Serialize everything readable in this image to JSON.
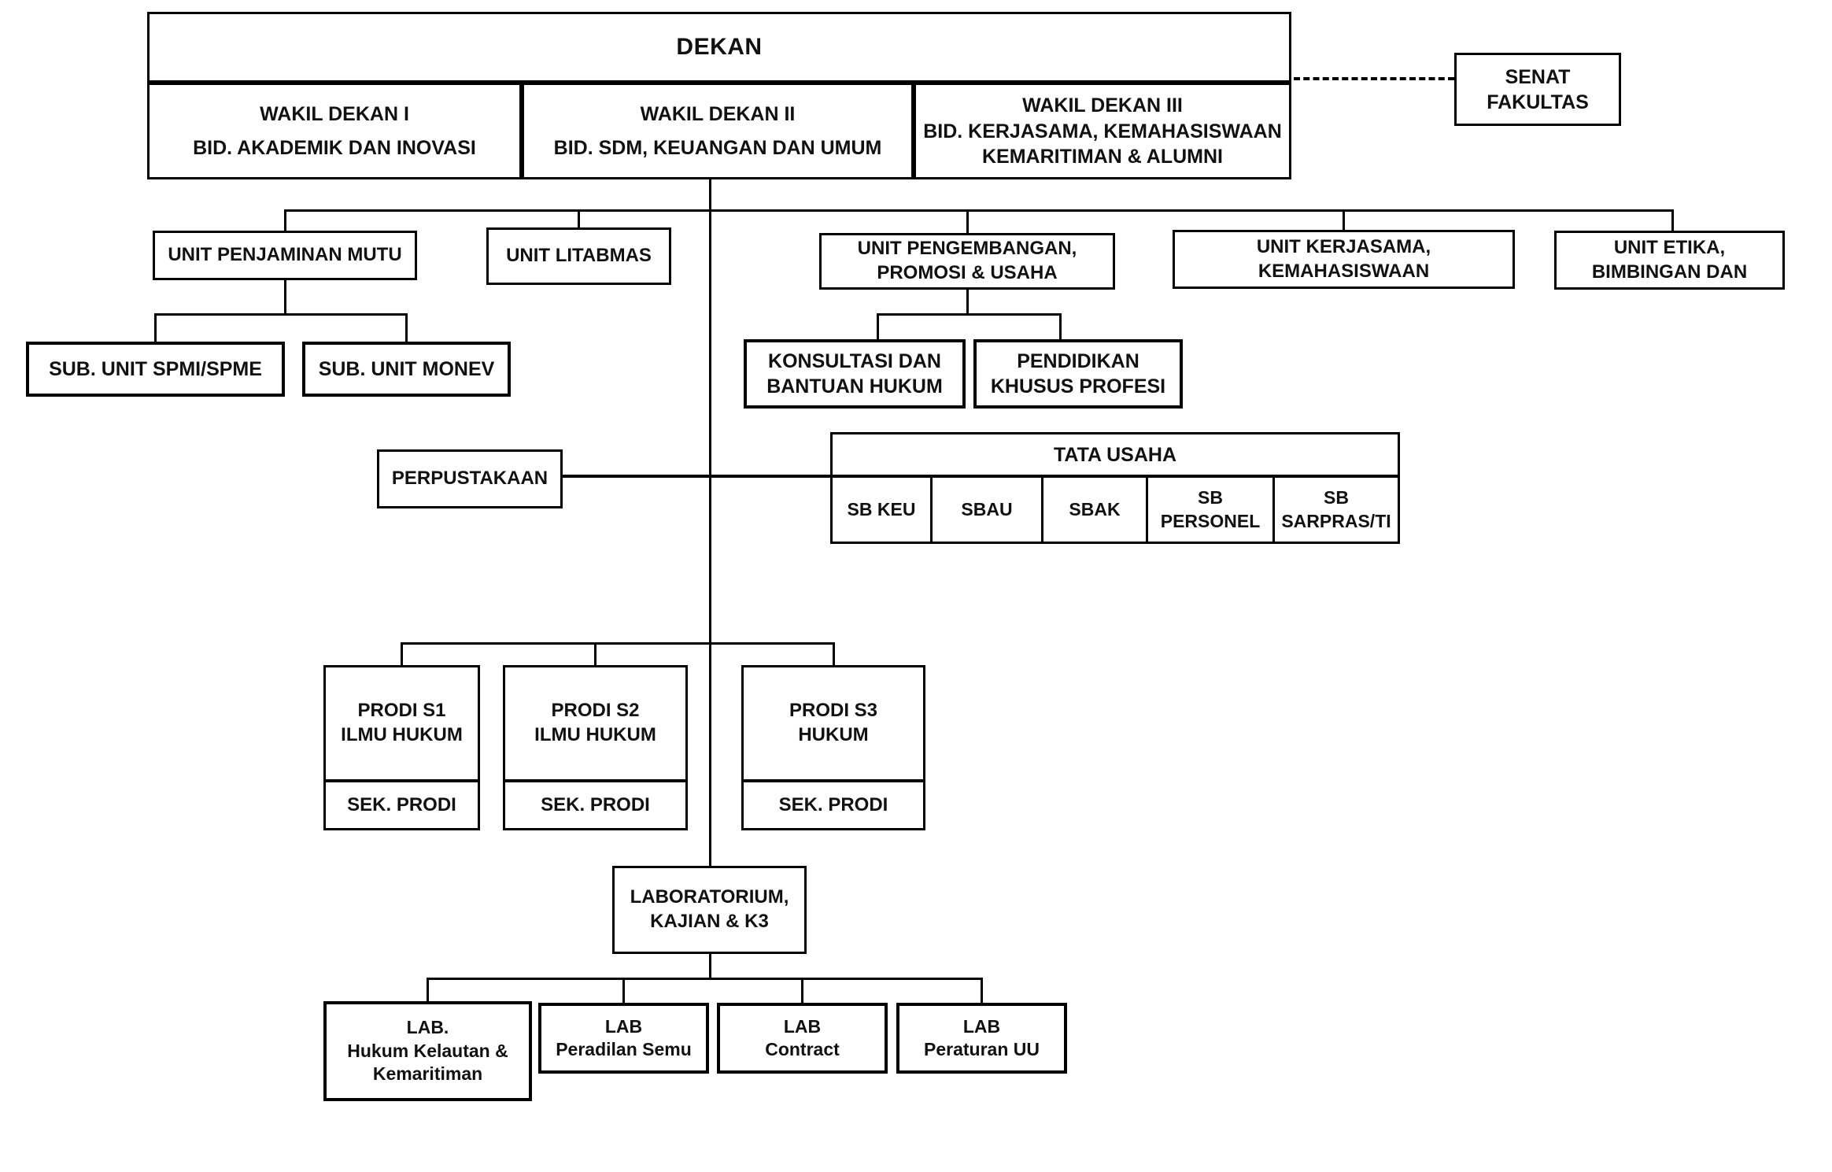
{
  "colors": {
    "border": "#000000",
    "background": "#ffffff",
    "text": "#111111"
  },
  "org": {
    "dekan": {
      "label": "DEKAN"
    },
    "senat": {
      "line1": "SENAT",
      "line2": "FAKULTAS"
    },
    "wakil": [
      {
        "title": "WAKIL DEKAN I",
        "sub1": "BID. AKADEMIK DAN INOVASI"
      },
      {
        "title": "WAKIL DEKAN II",
        "sub1": "BID. SDM, KEUANGAN DAN UMUM"
      },
      {
        "title": "WAKIL DEKAN III",
        "sub1": "BID. KERJASAMA, KEMAHASISWAAN",
        "sub2": "KEMARITIMAN & ALUMNI"
      }
    ],
    "units": [
      {
        "line1": "UNIT PENJAMINAN MUTU"
      },
      {
        "line1": "UNIT LITABMAS"
      },
      {
        "line1": "UNIT PENGEMBANGAN,",
        "line2": "PROMOSI & USAHA"
      },
      {
        "line1": "UNIT KERJASAMA,",
        "line2": "KEMAHASISWAAN"
      },
      {
        "line1": "UNIT ETIKA,",
        "line2": "BIMBINGAN DAN"
      }
    ],
    "sub_units": [
      {
        "label": "SUB. UNIT SPMI/SPME"
      },
      {
        "label": "SUB. UNIT MONEV"
      }
    ],
    "pengembangan_children": [
      {
        "line1": "KONSULTASI DAN",
        "line2": "BANTUAN HUKUM"
      },
      {
        "line1": "PENDIDIKAN",
        "line2": "KHUSUS PROFESI"
      }
    ],
    "perpustakaan": {
      "label": "PERPUSTAKAAN"
    },
    "tata_usaha": {
      "title": "TATA USAHA",
      "cells": [
        {
          "line1": "SB KEU"
        },
        {
          "line1": "SBAU"
        },
        {
          "line1": "SBAK"
        },
        {
          "line1": "SB",
          "line2": "PERSONEL"
        },
        {
          "line1": "SB",
          "line2": "SARPRAS/TI"
        }
      ]
    },
    "prodi": [
      {
        "line1": "PRODI S1",
        "line2": "ILMU HUKUM",
        "sek": "SEK. PRODI"
      },
      {
        "line1": "PRODI S2",
        "line2": "ILMU HUKUM",
        "sek": "SEK. PRODI"
      },
      {
        "line1": "PRODI S3",
        "line2": "HUKUM",
        "sek": "SEK. PRODI"
      }
    ],
    "lab_hub": {
      "line1": "LABORATORIUM,",
      "line2": "KAJIAN & K3"
    },
    "labs": [
      {
        "line1": "LAB.",
        "line2": "Hukum Kelautan &",
        "line3": "Kemaritiman"
      },
      {
        "line1": "LAB",
        "line2": "Peradilan Semu"
      },
      {
        "line1": "LAB",
        "line2": "Contract"
      },
      {
        "line1": "LAB",
        "line2": "Peraturan UU"
      }
    ]
  }
}
